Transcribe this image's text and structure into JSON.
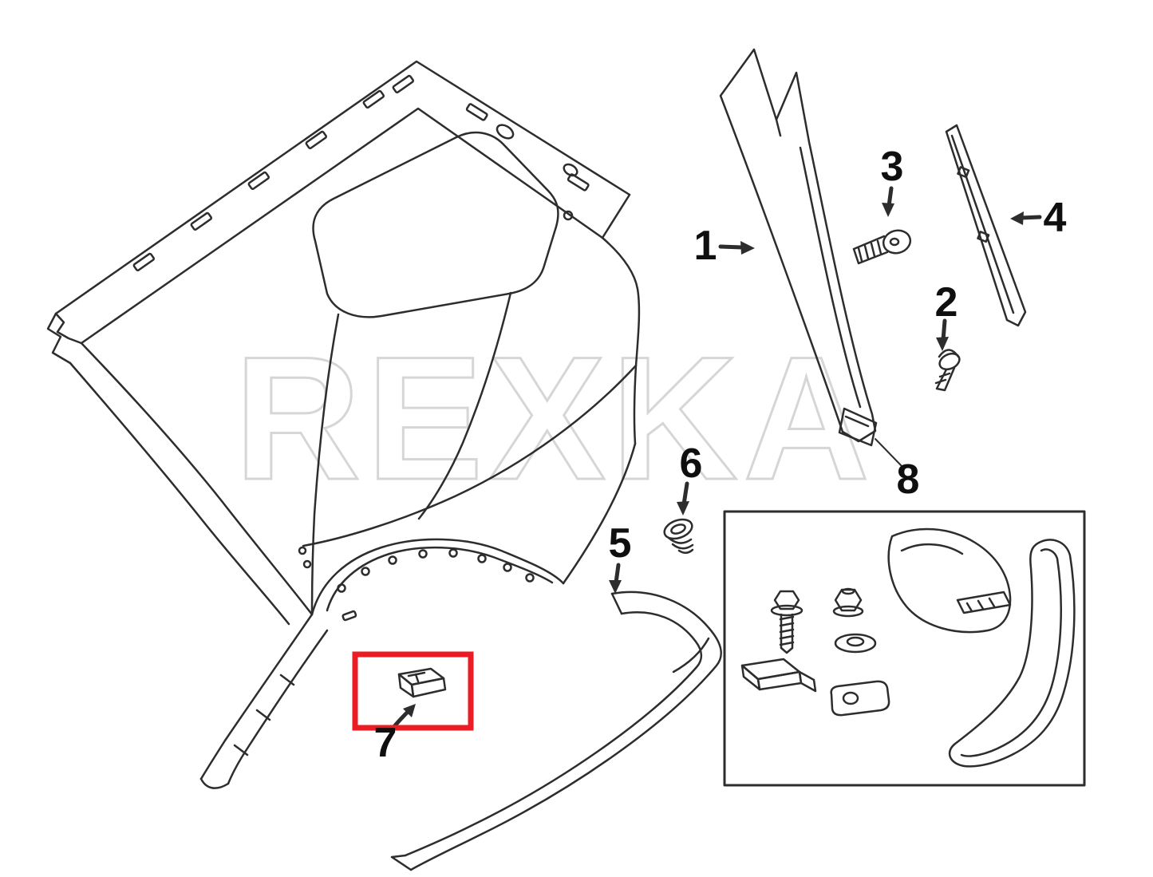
{
  "diagram": {
    "type": "exploded-parts-diagram",
    "subject": "vehicle-quarter-panel-exterior-trim",
    "watermark": "REXKA",
    "highlighted_part": "7",
    "colors": {
      "line": "#2d2d2d",
      "label": "#0f0f0f",
      "watermark": "#d6d6d6",
      "highlight": "#ec1c24",
      "background": "#ffffff"
    },
    "labels": {
      "part1": "1",
      "part2": "2",
      "part3": "3",
      "part4": "4",
      "part5": "5",
      "part6": "6",
      "part7": "7",
      "part8": "8"
    }
  }
}
